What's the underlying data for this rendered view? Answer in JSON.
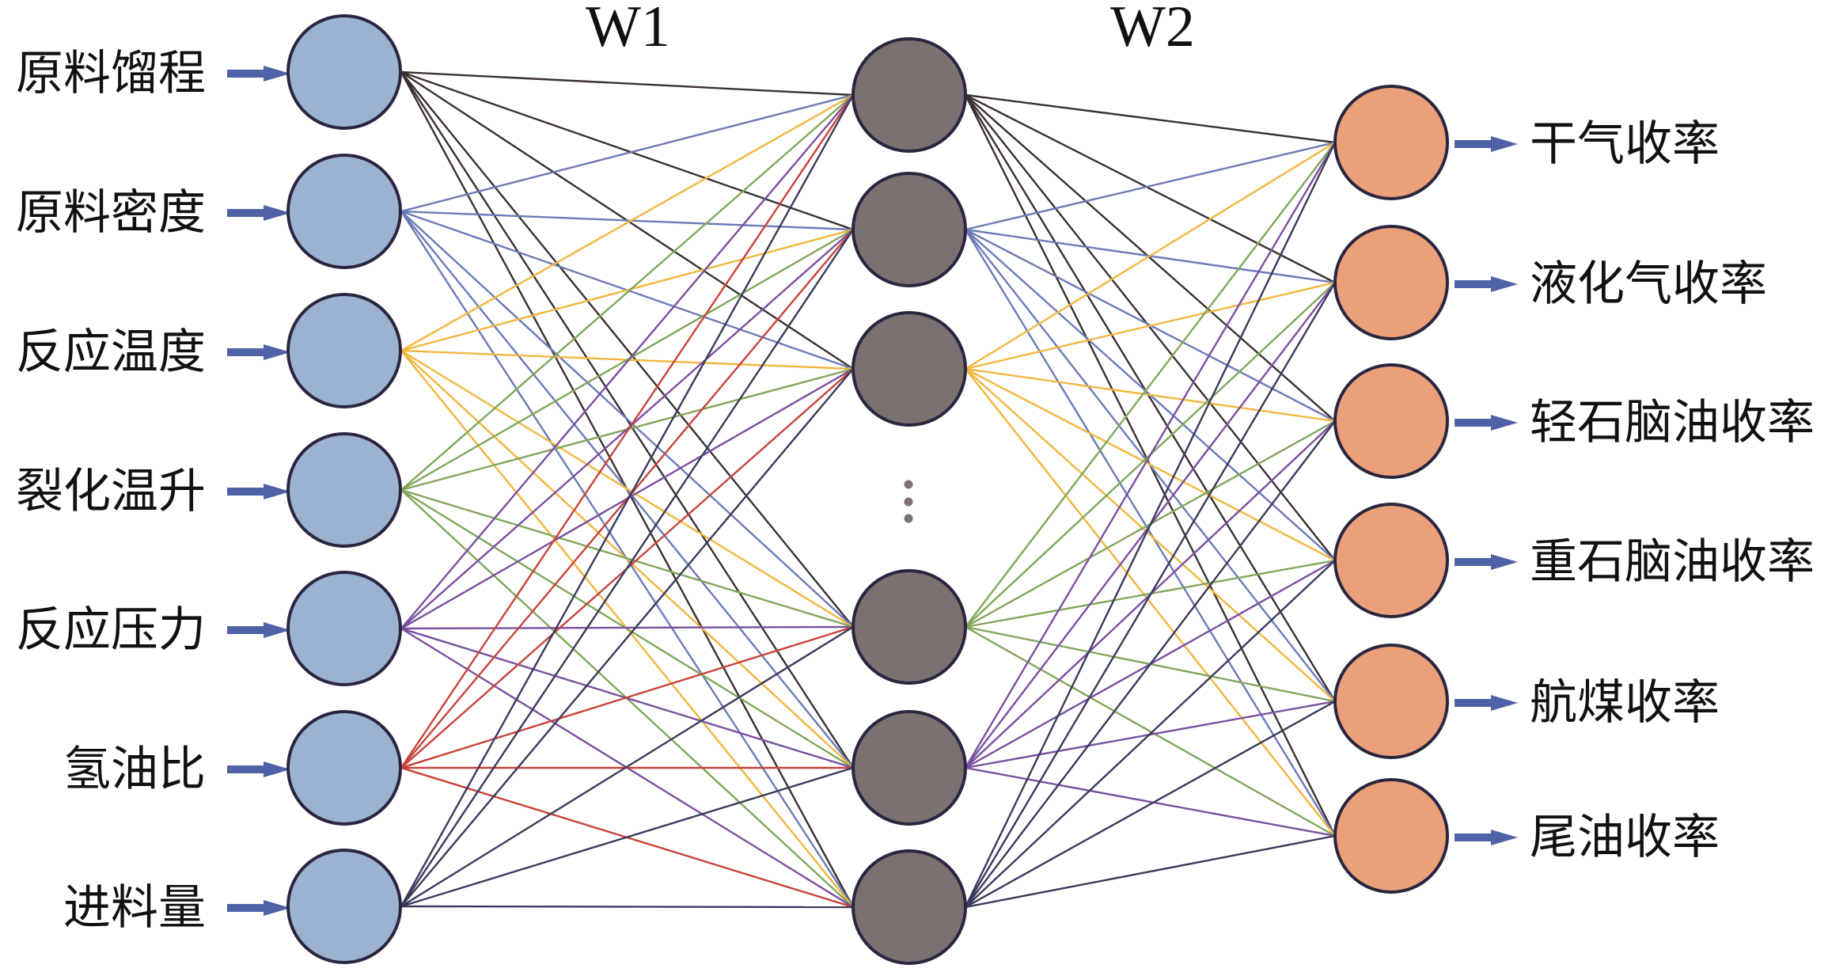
{
  "weights": {
    "w1": "W1",
    "w2": "W2"
  },
  "input_layer": {
    "fill": "#9BB2D1",
    "nodes": [
      {
        "label": "原料馏程",
        "edge_color": "#3b3030"
      },
      {
        "label": "原料密度",
        "edge_color": "#6B7BB8"
      },
      {
        "label": "反应温度",
        "edge_color": "#F2B63F"
      },
      {
        "label": "裂化温升",
        "edge_color": "#7FA85A"
      },
      {
        "label": "反应压力",
        "edge_color": "#7B4FA0"
      },
      {
        "label": "氢油比",
        "edge_color": "#C8433A"
      },
      {
        "label": "进料量",
        "edge_color": "#3A3A5C"
      }
    ]
  },
  "hidden_layer": {
    "fill": "#7d7070",
    "ellipsis": "⋮",
    "nodes": [
      {
        "edge_color": "#3b3030"
      },
      {
        "edge_color": "#6B7BB8"
      },
      {
        "edge_color": "#F2B63F"
      },
      {
        "edge_color": "#7FA85A"
      },
      {
        "edge_color": "#7B4FA0"
      },
      {
        "edge_color": "#3A3A5C"
      }
    ]
  },
  "output_layer": {
    "fill": "#EBA07A",
    "nodes": [
      {
        "label": "干气收率"
      },
      {
        "label": "液化气收率"
      },
      {
        "label": "轻石脑油收率"
      },
      {
        "label": "重石脑油收率"
      },
      {
        "label": "航煤收率"
      },
      {
        "label": "尾油收率"
      }
    ]
  },
  "arrow_color": "#4F62A8",
  "connectivity": "fully-connected"
}
